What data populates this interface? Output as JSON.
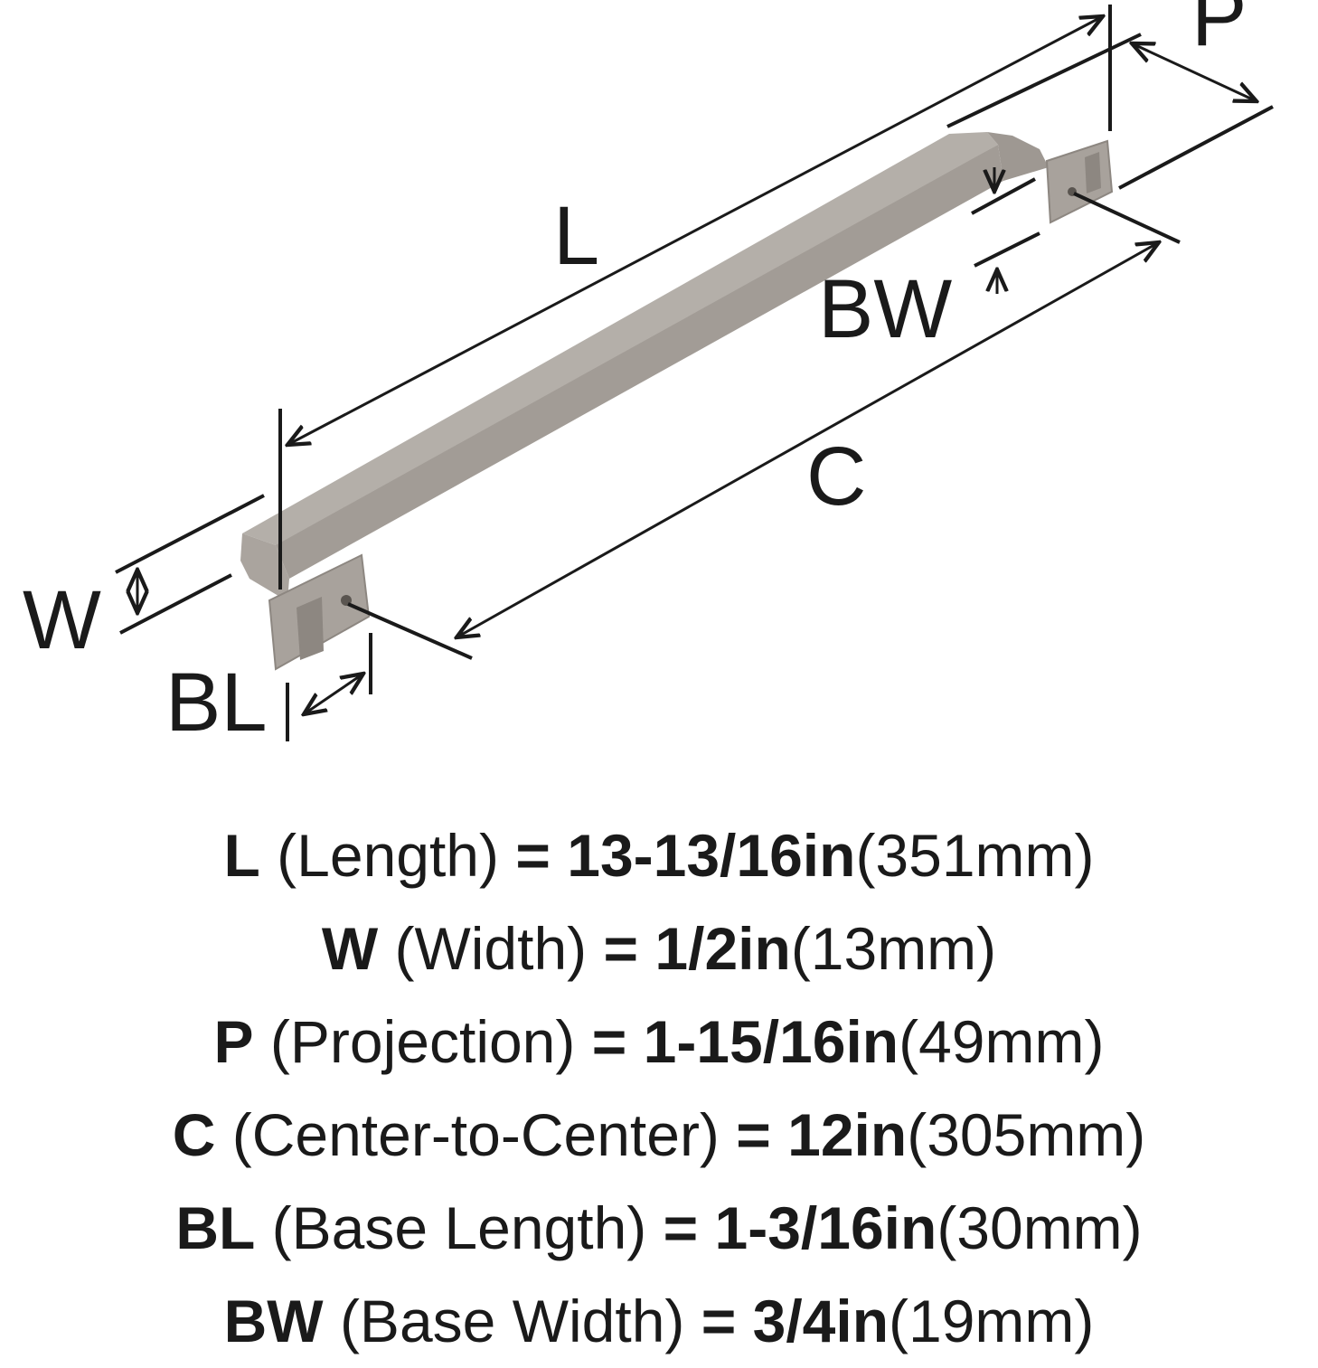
{
  "diagram": {
    "labels": {
      "L": "L",
      "P": "P",
      "BW": "BW",
      "C": "C",
      "W": "W",
      "BL": "BL"
    },
    "colors": {
      "handle": "#a9a39d",
      "handle_dark": "#8d8781",
      "handle_light": "#c3beb8",
      "line": "#1a1a1a"
    }
  },
  "specs": [
    {
      "key": "L",
      "name": "(Length)",
      "eq": "=",
      "inch": "13-13/16in",
      "mm": "(351mm)"
    },
    {
      "key": "W",
      "name": "(Width)",
      "eq": "=",
      "inch": "1/2in",
      "mm": "(13mm)"
    },
    {
      "key": "P",
      "name": "(Projection)",
      "eq": "=",
      "inch": "1-15/16in",
      "mm": "(49mm)"
    },
    {
      "key": "C",
      "name": "(Center-to-Center)",
      "eq": "=",
      "inch": "12in",
      "mm": "(305mm)"
    },
    {
      "key": "BL",
      "name": "(Base Length)",
      "eq": "=",
      "inch": "1-3/16in",
      "mm": "(30mm)"
    },
    {
      "key": "BW",
      "name": "(Base Width)",
      "eq": "=",
      "inch": "3/4in",
      "mm": "(19mm)"
    }
  ]
}
